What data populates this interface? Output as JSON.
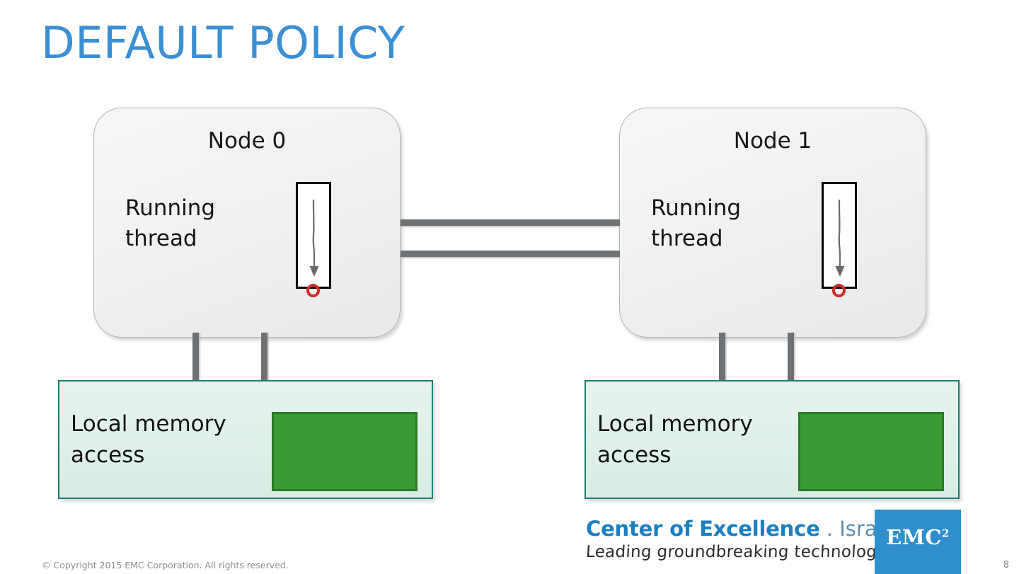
{
  "slide": {
    "title": "DEFAULT POLICY",
    "page_number": "8",
    "title_color": "#3b90d4",
    "background_color": "#ffffff"
  },
  "nodes": [
    {
      "id": "node-0",
      "title": "Node 0",
      "thread_label": "Running\nthread",
      "thread_icon": "running-thread-arrow-icon",
      "marker_icon": "red-circle-marker-icon",
      "marker_color": "#d52b2b"
    },
    {
      "id": "node-1",
      "title": "Node 1",
      "thread_label": "Running\nthread",
      "thread_icon": "running-thread-arrow-icon",
      "marker_icon": "red-circle-marker-icon",
      "marker_color": "#d52b2b"
    }
  ],
  "memory": [
    {
      "id": "memory-0",
      "label": "Local memory\naccess",
      "block_color": "#3a9a35",
      "block_border_color": "#2c7a28",
      "box_border_color": "#1c7f6e"
    },
    {
      "id": "memory-1",
      "label": "Local memory\naccess",
      "block_color": "#3a9a35",
      "block_border_color": "#2c7a28",
      "box_border_color": "#1c7f6e"
    }
  ],
  "connectors": {
    "interconnect_color": "#6e7174",
    "interconnect_count": 2,
    "memory_link_count_per_node": 2
  },
  "footer": {
    "copyright": "© Copyright 2015 EMC Corporation. All rights reserved.",
    "coe_main": "Center of Excellence",
    "coe_sub": " . Israel",
    "coe_tagline": "Leading groundbreaking technology",
    "emc_text": "EMC",
    "emc_superscript": "2",
    "emc_logo_color": "#2f8fcc",
    "coe_main_color": "#1a7fc3",
    "coe_sub_color": "#5d90b2"
  }
}
